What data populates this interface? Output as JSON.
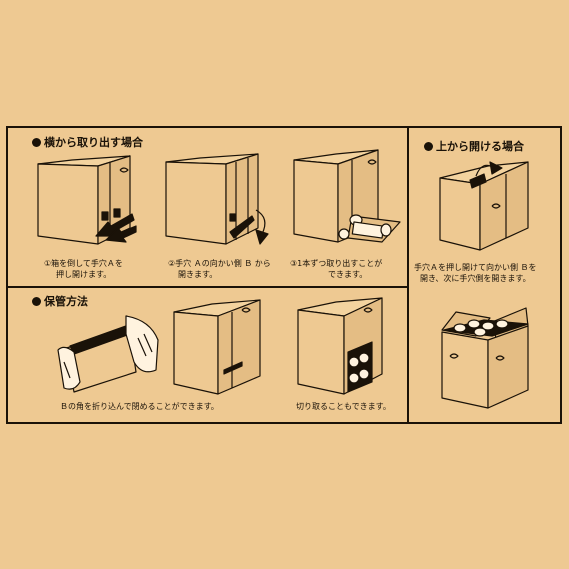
{
  "sections": {
    "side_removal": {
      "title": "横から取り出す場合",
      "steps": [
        {
          "caption_line1": "①箱を倒して手穴Ａを",
          "caption_line2": "押し開けます。"
        },
        {
          "caption_line1": "②手穴 Ａの向かい側 Ｂ から",
          "caption_line2": "開きます。"
        },
        {
          "caption_line1": "③1本ずつ取り出すことが",
          "caption_line2": "できます。"
        }
      ]
    },
    "storage": {
      "title": "保管方法",
      "caption_fold": "Ｂの角を折り込んで閉めることができます。",
      "caption_cut": "切り取ることもできます。"
    },
    "top_open": {
      "title": "上から開ける場合",
      "caption_line1": "手穴Ａを押し開けて向かい側 Ｂを",
      "caption_line2": "開き、次に手穴側を開きます。"
    }
  },
  "colors": {
    "background": "#eec992",
    "ink": "#1a1208"
  }
}
